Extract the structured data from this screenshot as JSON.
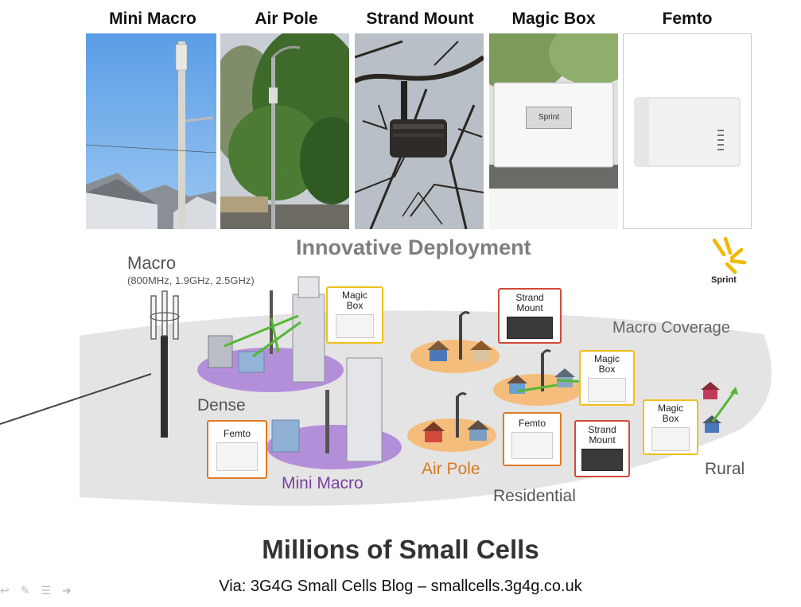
{
  "columns": [
    {
      "label": "Mini Macro"
    },
    {
      "label": "Air Pole"
    },
    {
      "label": "Strand Mount"
    },
    {
      "label": "Magic Box"
    },
    {
      "label": "Femto"
    }
  ],
  "magic_box_brand": "Sprint",
  "section_title": "Innovative Deployment",
  "logo_text": "Sprint",
  "macro": {
    "title": "Macro",
    "bands": "(800MHz, 1.9GHz, 2.5GHz)"
  },
  "zones": {
    "dense": "Dense",
    "mini_macro": "Mini Macro",
    "air_pole": "Air Pole",
    "residential": "Residential",
    "macro_coverage": "Macro Coverage",
    "rural": "Rural"
  },
  "callouts": {
    "magic_box_dense": [
      "Magic",
      "Box"
    ],
    "femto_dense": "Femto",
    "strand_top": [
      "Strand",
      "Mount"
    ],
    "magic_box_res": [
      "Magic",
      "Box"
    ],
    "femto_res": "Femto",
    "strand_bottom": [
      "Strand",
      "Mount"
    ],
    "magic_box_rural": [
      "Magic",
      "Box"
    ]
  },
  "colors": {
    "dense_zone": "#b48fd9",
    "residential_zone": "#f4bd7c",
    "coverage": "#e6e6e6",
    "arrow": "#55b734",
    "mini_macro_text": "#7b3fa0",
    "air_pole_text": "#d97a21",
    "sprint_yellow": "#f2b800"
  },
  "footer": {
    "title": "Millions of Small Cells",
    "via": "Via: 3G4G Small Cells Blog – smallcells.3g4g.co.uk"
  }
}
